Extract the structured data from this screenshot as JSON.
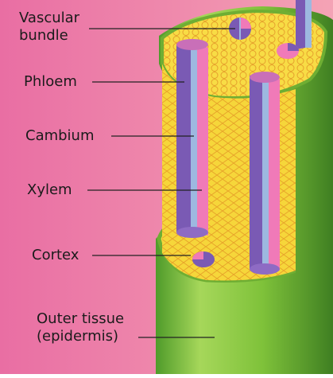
{
  "labels": {
    "vascular_bundle": "Vascular\nbundle",
    "phloem": "Phloem",
    "cambium": "Cambium",
    "xylem": "Xylem",
    "cortex": "Cortex",
    "epidermis": "Outer tissue\n(epidermis)"
  },
  "colors": {
    "background_left": "#e96ea3",
    "background_right": "#f4a3b5",
    "cortex_yellow": "#f6d63a",
    "outer_green": "#7fc23a",
    "phloem_purple": "#7a5ab4",
    "xylem_pink": "#f07ab8",
    "cambium_blue": "#9db8e0"
  }
}
